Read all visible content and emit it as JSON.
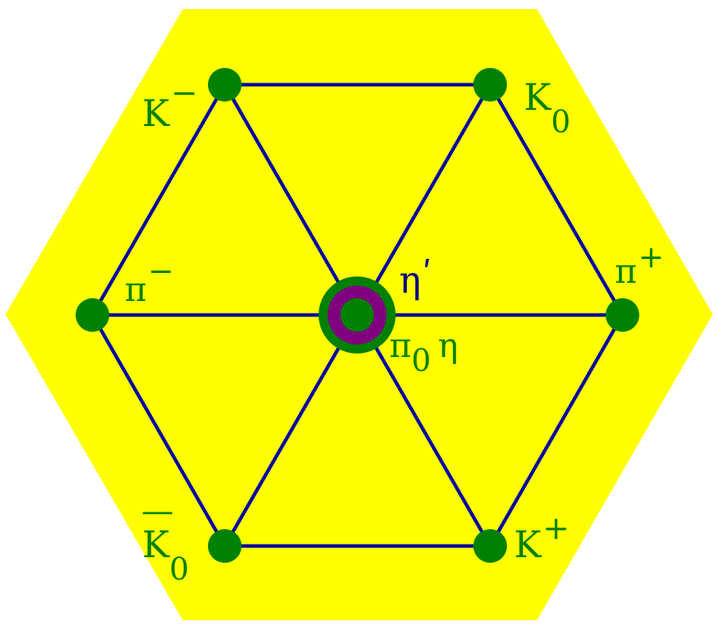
{
  "colors": {
    "background_hexagon": "#ffff00",
    "edges": "#0000a0",
    "nodes": "#008000",
    "labels_green": "#008000",
    "label_eta_prime": "#000080",
    "center_ring_outer": "#008000",
    "center_ring_middle": "#800080",
    "center_ring_inner": "#008000"
  },
  "labels": {
    "k_minus": {
      "base": "K",
      "sup": "−"
    },
    "k_zero": {
      "base": "K",
      "sub": "0"
    },
    "pi_minus": {
      "base": "π",
      "sup": "−"
    },
    "pi_plus": {
      "base": "π",
      "sup": "+"
    },
    "eta_prime": {
      "base": "η",
      "prime": "ʹ"
    },
    "pi_zero_eta": {
      "base": "π",
      "sub": "0",
      "tail": "η"
    },
    "k_zero_bar": {
      "base": "K",
      "bar": "—",
      "sub": "0"
    },
    "k_plus": {
      "base": "K",
      "sup": "+"
    }
  }
}
